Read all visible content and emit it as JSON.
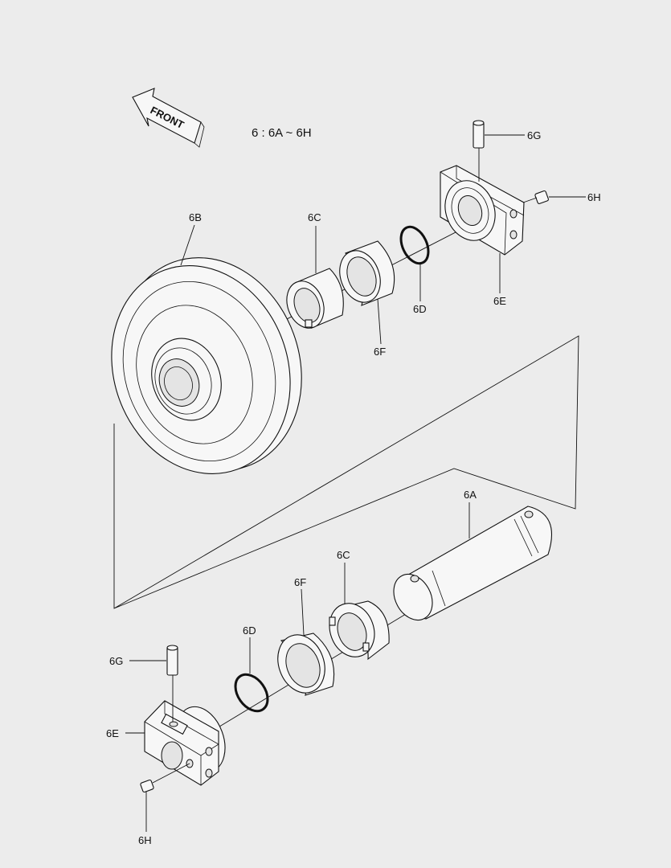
{
  "diagram": {
    "title": "6 : 6A ~ 6H",
    "direction_arrow": "FRONT",
    "labels": {
      "6A": "6A",
      "6B": "6B",
      "6C_top": "6C",
      "6C_bottom": "6C",
      "6D_top": "6D",
      "6D_bottom": "6D",
      "6E_top": "6E",
      "6E_bottom": "6E",
      "6F_top": "6F",
      "6F_bottom": "6F",
      "6G_top": "6G",
      "6G_bottom": "6G",
      "6H_top": "6H",
      "6H_bottom": "6H"
    }
  }
}
